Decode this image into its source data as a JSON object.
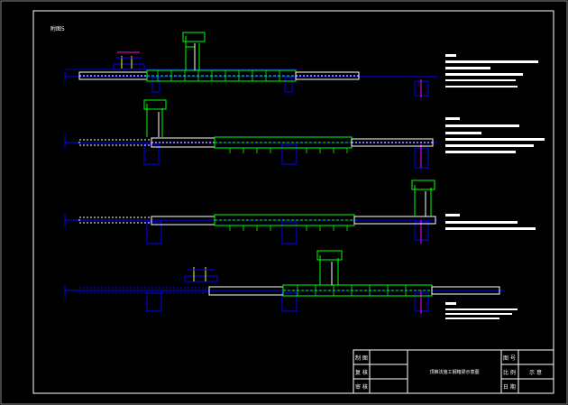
{
  "drawing": {
    "corner_label": "附图5",
    "title_cell": "顶推法施工钢箱梁示意图",
    "scale_value": "示 意"
  },
  "title_block": {
    "left_labels": [
      "制 图",
      "复 核",
      "审 核"
    ],
    "right_labels": [
      "图 号",
      "比 例",
      "日 期"
    ]
  },
  "colors": {
    "background": "#000000",
    "frame": "#ffffff",
    "rail": "#0000ff",
    "structure_green": "#00ff00",
    "structure_white": "#ffffff",
    "support": "#0000ff",
    "crane": "#00ff00",
    "accent_magenta": "#ff00ff",
    "accent_yellow": "#ffff00"
  }
}
